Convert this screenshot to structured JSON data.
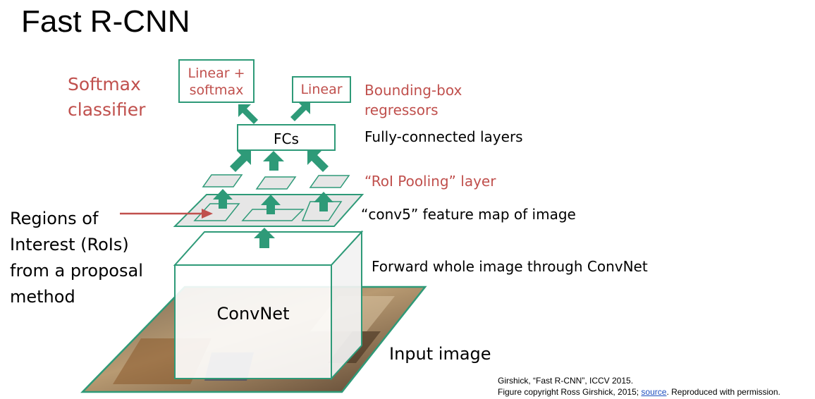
{
  "title": "Fast R-CNN",
  "labels": {
    "softmax_classifier_line1": "Softmax",
    "softmax_classifier_line2": "classifier",
    "bbox_regressors_line1": "Bounding-box",
    "bbox_regressors_line2": "regressors",
    "fully_connected": "Fully-connected layers",
    "roi_pooling": "“RoI Pooling” layer",
    "conv5": "“conv5” feature map of image",
    "forward": "Forward whole image through ConvNet",
    "input_image": "Input image",
    "regions_line1": "Regions of",
    "regions_line2": "Interest (RoIs)",
    "regions_line3": "from a proposal",
    "regions_line4": "method"
  },
  "boxes": {
    "linear_softmax_line1": "Linear +",
    "linear_softmax_line2": "softmax",
    "linear": "Linear",
    "fcs": "FCs",
    "convnet": "ConvNet"
  },
  "citation": {
    "line1": "Girshick, “Fast R-CNN”, ICCV 2015.",
    "line2_prefix": "Figure copyright Ross Girshick, 2015; ",
    "link": "source",
    "line2_suffix": ". Reproduced with permission."
  },
  "colors": {
    "accent_green": "#2e9a78",
    "label_red": "#c0504d",
    "arrow_red": "#c0504d",
    "map_fill": "#e6e6e6"
  }
}
